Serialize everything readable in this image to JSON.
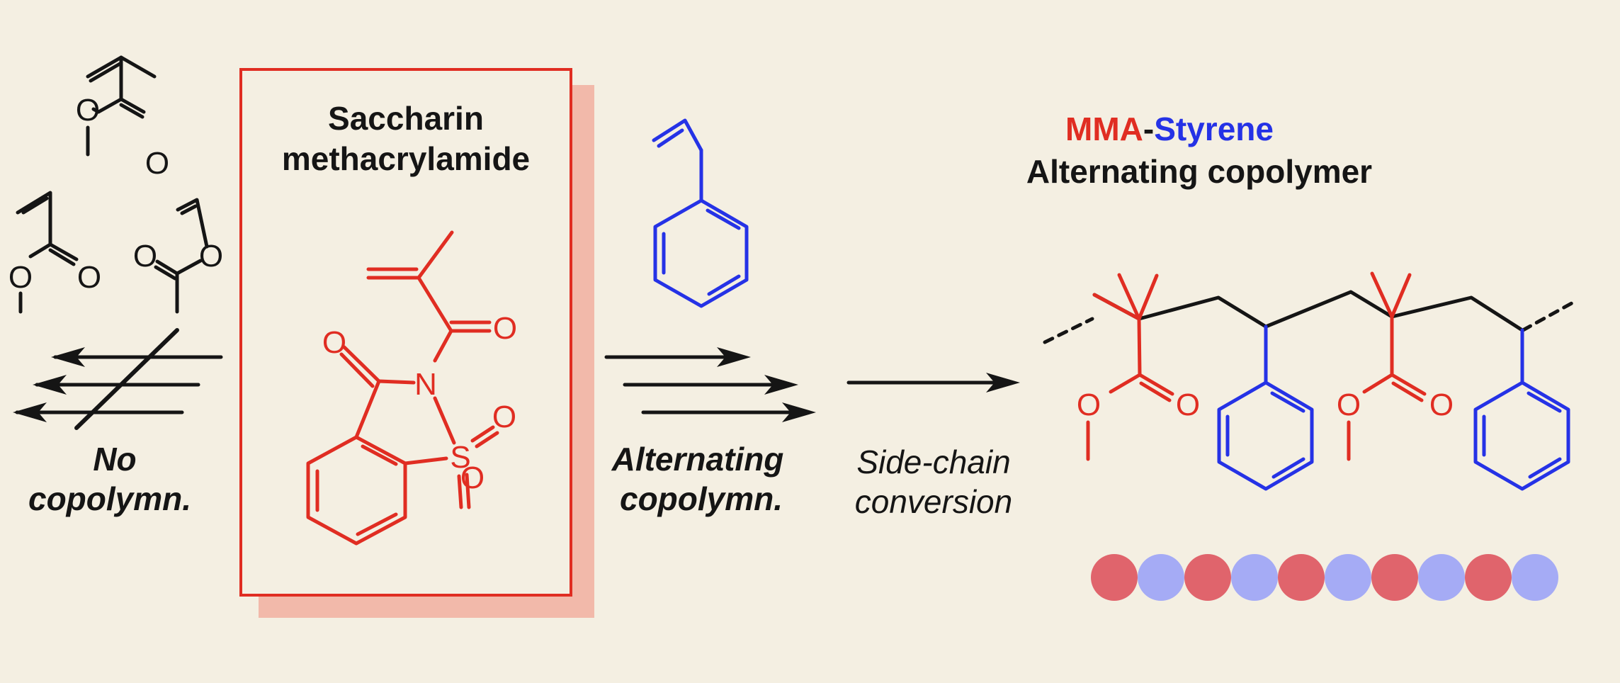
{
  "left_label": {
    "line1": "No",
    "line2": "copolymn."
  },
  "center_box": {
    "title_line1": "Saccharin",
    "title_line2": "methacrylamide"
  },
  "middle_label": {
    "line1": "Alternating",
    "line2": "copolymn."
  },
  "conversion_label": {
    "line1": "Side-chain",
    "line2": "conversion"
  },
  "product_title": {
    "mma": "MMA",
    "dash": "-",
    "styrene": "Styrene",
    "line2": "Alternating copolymer"
  },
  "atoms": {
    "oxygen": "O",
    "nitrogen": "N",
    "sulfur": "S"
  },
  "sequence": [
    "MMA",
    "Styrene",
    "MMA",
    "Styrene",
    "MMA",
    "Styrene",
    "MMA",
    "Styrene",
    "MMA",
    "Styrene"
  ],
  "colors": {
    "background": "#f4efe2",
    "black": "#151515",
    "red": "#e02d22",
    "blue": "#2532e6",
    "box_shadow": "#f2b9aa",
    "bead_mma": "#e0646c",
    "bead_styrene": "#a5abf5"
  }
}
